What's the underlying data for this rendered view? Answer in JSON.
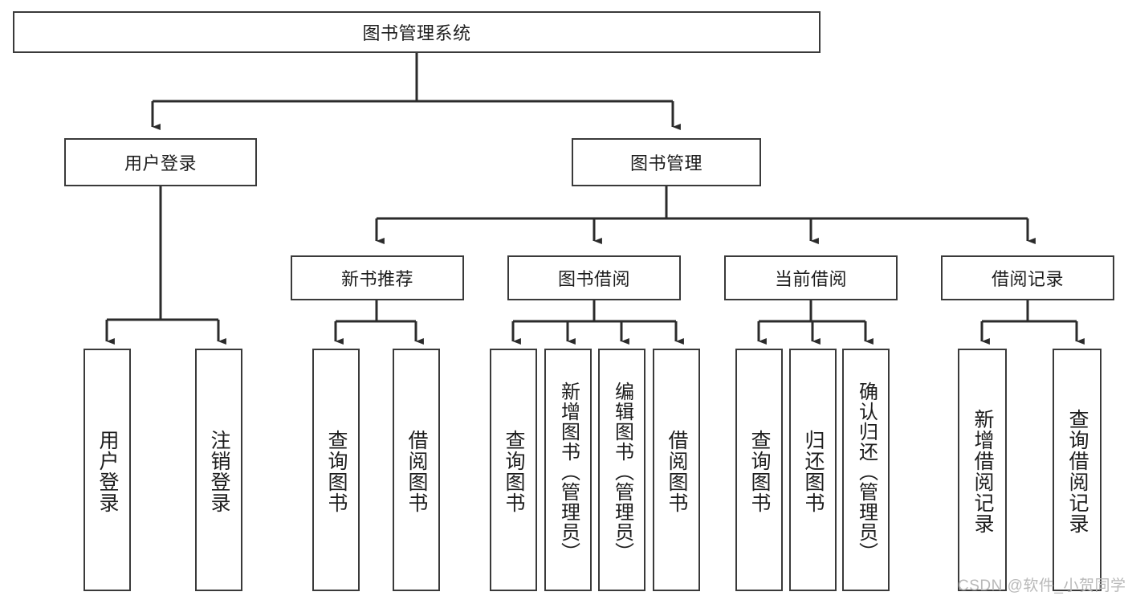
{
  "diagram": {
    "type": "tree-hierarchy-chart",
    "title_node": {
      "id": "root",
      "label": "图书管理系统"
    },
    "level1": [
      {
        "id": "user-login",
        "label": "用户登录"
      },
      {
        "id": "book-manage",
        "label": "图书管理"
      }
    ],
    "level2": [
      {
        "id": "new-book-recommend",
        "label": "新书推荐",
        "parent": "book-manage"
      },
      {
        "id": "book-borrow",
        "label": "图书借阅",
        "parent": "book-manage"
      },
      {
        "id": "current-borrow",
        "label": "当前借阅",
        "parent": "book-manage"
      },
      {
        "id": "borrow-record",
        "label": "借阅记录",
        "parent": "book-manage"
      }
    ],
    "leaves": [
      {
        "id": "leaf-user-login",
        "label": "用户登录",
        "parent": "user-login"
      },
      {
        "id": "leaf-logout-login",
        "label": "注销登录",
        "parent": "user-login"
      },
      {
        "id": "leaf-query-book-1",
        "label": "查询图书",
        "parent": "new-book-recommend"
      },
      {
        "id": "leaf-borrow-book-1",
        "label": "借阅图书",
        "parent": "new-book-recommend"
      },
      {
        "id": "leaf-query-book-2",
        "label": "查询图书",
        "parent": "book-borrow"
      },
      {
        "id": "leaf-add-book",
        "label": "新增图书（管理员）",
        "parent": "book-borrow"
      },
      {
        "id": "leaf-edit-book",
        "label": "编辑图书（管理员）",
        "parent": "book-borrow"
      },
      {
        "id": "leaf-borrow-book-2",
        "label": "借阅图书",
        "parent": "book-borrow"
      },
      {
        "id": "leaf-query-book-3",
        "label": "查询图书",
        "parent": "current-borrow"
      },
      {
        "id": "leaf-return-book",
        "label": "归还图书",
        "parent": "current-borrow"
      },
      {
        "id": "leaf-confirm-return",
        "label": "确认归还（管理员）",
        "parent": "current-borrow"
      },
      {
        "id": "leaf-add-record",
        "label": "新增借阅记录",
        "parent": "borrow-record"
      },
      {
        "id": "leaf-query-record",
        "label": "查询借阅记录",
        "parent": "borrow-record"
      }
    ],
    "watermark": "CSDN @软件_小贺同学",
    "colors": {
      "background": "#ffffff",
      "box_border": "#3a3a3a",
      "box_fill": "#ffffff",
      "connector": "#2b2b2b",
      "text": "#1d1d1d",
      "watermark": "#b9b9b9"
    }
  }
}
